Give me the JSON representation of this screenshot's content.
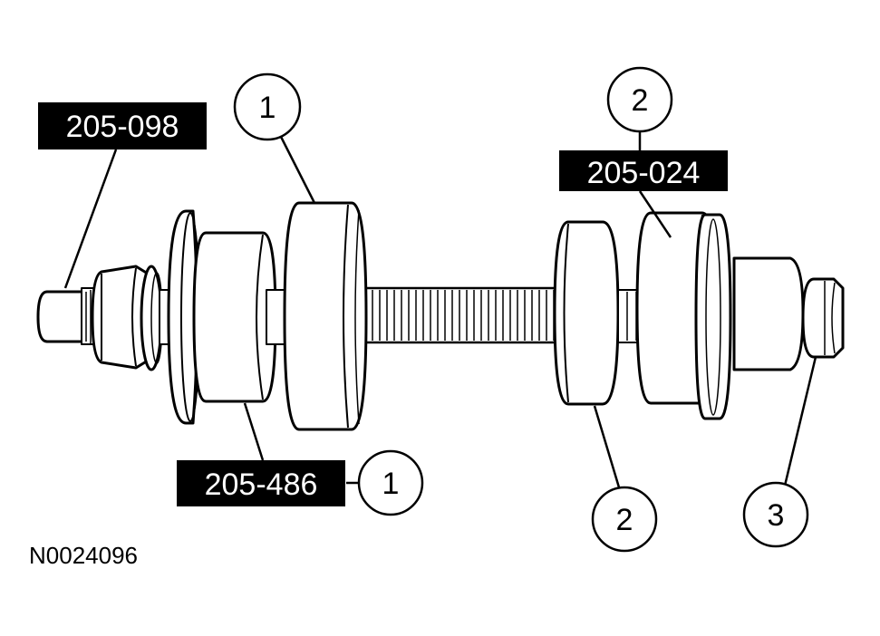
{
  "figure_id": "N0024096",
  "tool_tags": {
    "adapter_left": "205-098",
    "cup_left": "205-486",
    "cup_right": "205-024"
  },
  "callouts": {
    "top_left": "1",
    "bottom_left": "1",
    "top_right": "2",
    "bottom_right": "2",
    "nut_right": "3"
  },
  "colors": {
    "ink": "#000000",
    "paper": "#ffffff",
    "tag_background": "#000000",
    "tag_text": "#ffffff"
  }
}
